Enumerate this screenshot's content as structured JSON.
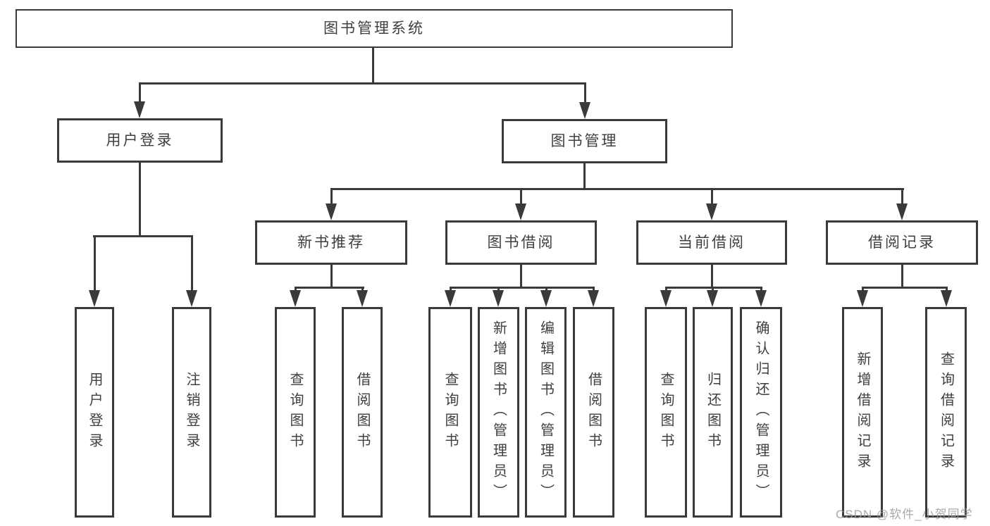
{
  "colors": {
    "line": "#3a3a3a",
    "text": "#3f3f3f",
    "watermark": "#9b9b9b"
  },
  "nodes": {
    "root": "图书管理系统",
    "user_login": "用户登录",
    "book_mgmt": "图书管理",
    "new_book_rec": "新书推荐",
    "book_borrow": "图书借阅",
    "current_borrow": "当前借阅",
    "borrow_record": "借阅记录",
    "user_login_leaf": "用户登录",
    "logout_leaf": "注销登录",
    "rec_query_book": "查询图书",
    "rec_borrow_book": "借阅图书",
    "bb_query_book": "查询图书",
    "bb_add_book": "新增图书（管理员）",
    "bb_edit_book": "编辑图书（管理员）",
    "bb_borrow_book": "借阅图书",
    "cb_query_book": "查询图书",
    "cb_return_book": "归还图书",
    "cb_confirm_return": "确认归还（管理员）",
    "br_add_record": "新增借阅记录",
    "br_query_record": "查询借阅记录"
  },
  "hierarchy": {
    "图书管理系统": [
      "用户登录",
      "图书管理"
    ],
    "用户登录": [
      "用户登录",
      "注销登录"
    ],
    "图书管理": [
      "新书推荐",
      "图书借阅",
      "当前借阅",
      "借阅记录"
    ],
    "新书推荐": [
      "查询图书",
      "借阅图书"
    ],
    "图书借阅": [
      "查询图书",
      "新增图书（管理员）",
      "编辑图书（管理员）",
      "借阅图书"
    ],
    "当前借阅": [
      "查询图书",
      "归还图书",
      "确认归还（管理员）"
    ],
    "借阅记录": [
      "新增借阅记录",
      "查询借阅记录"
    ]
  },
  "watermark": "CSDN @软件_小贺同学"
}
